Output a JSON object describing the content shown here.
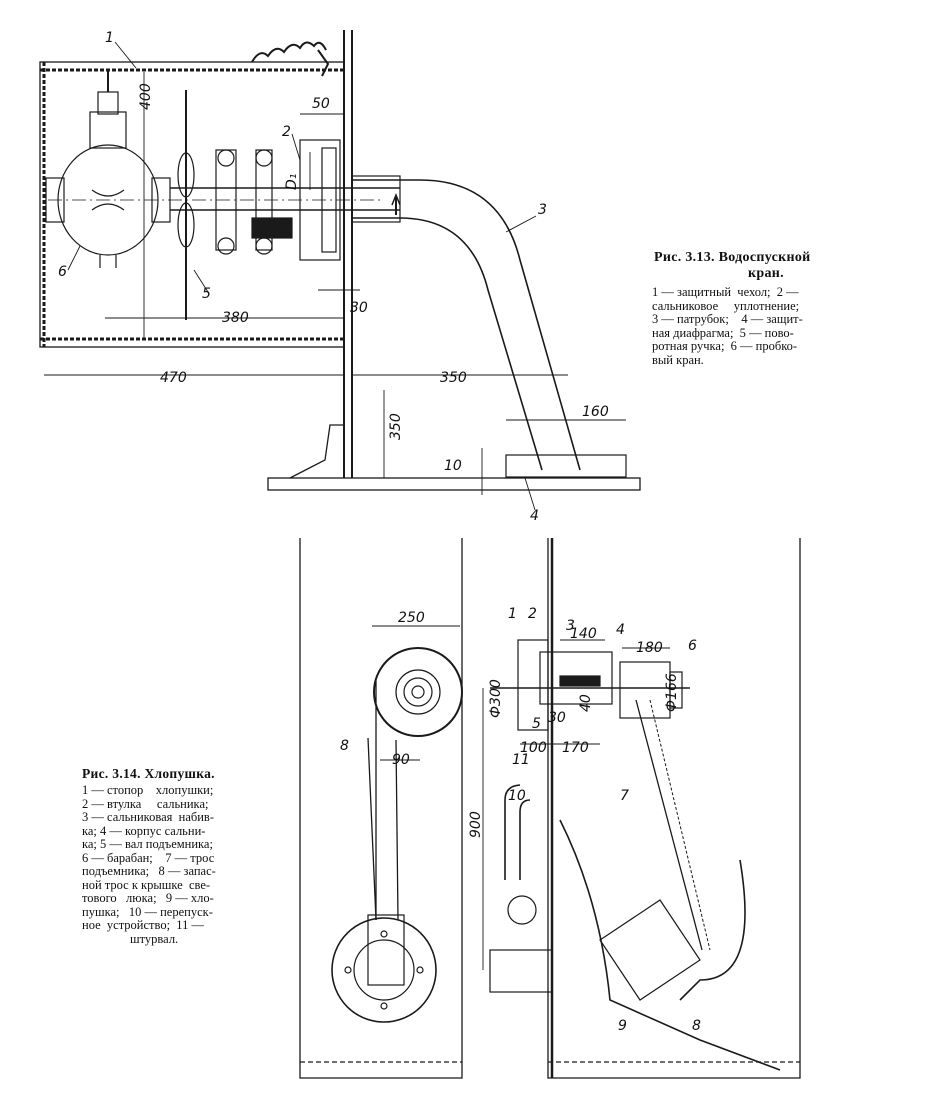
{
  "fig313": {
    "caption_title_1": "Рис.   3.13.   Водоспускной",
    "caption_title_2": "кран.",
    "legend_lines": [
      "1 — защитный  чехол;  2 —",
      "сальниковое     уплотнение;",
      "3 — патрубок;    4 — защит-",
      "ная диафрагма;  5 — пово-",
      "ротная ручка;  6 — пробко-",
      "вый кран."
    ],
    "dims": {
      "d400": "400",
      "d50": "50",
      "d380": "380",
      "d30": "30",
      "d470": "470",
      "d350h": "350",
      "d350v": "350",
      "d160": "160",
      "d10": "10",
      "d1": "D₁"
    },
    "callouts": {
      "c1": "1",
      "c2": "2",
      "c3": "3",
      "c4": "4",
      "c5": "5",
      "c6": "6"
    }
  },
  "fig314": {
    "caption_title": "Рис. 3.14. Хлопушка.",
    "legend_lines": [
      "1 — стопор    хлопушки;",
      "2 — втулка     сальника;",
      "3 — сальниковая  набив-",
      "ка; 4 — корпус сальни-",
      "ка; 5 — вал подъемника;",
      "6 — барабан;    7 — трос",
      "подъемника;   8 — запас-",
      "ной трос к крышке  све-",
      "тового   люка;   9 — хло-",
      "пушка;   10 — перепуск-",
      "ное  устройство;  11 —",
      "штурвал."
    ],
    "dims": {
      "d250": "250",
      "d140": "140",
      "d180": "180",
      "d300": "Ф300",
      "d166": "Ф166",
      "d40": "40",
      "d100": "100",
      "d170": "170",
      "d90": "90",
      "d900": "900",
      "d30b": "30"
    },
    "callouts": {
      "c1": "1",
      "c2": "2",
      "c3": "3",
      "c4": "4",
      "c5": "5",
      "c6": "6",
      "c7": "7",
      "c8a": "8",
      "c8b": "8",
      "c9": "9",
      "c10": "10",
      "c11": "11"
    }
  }
}
